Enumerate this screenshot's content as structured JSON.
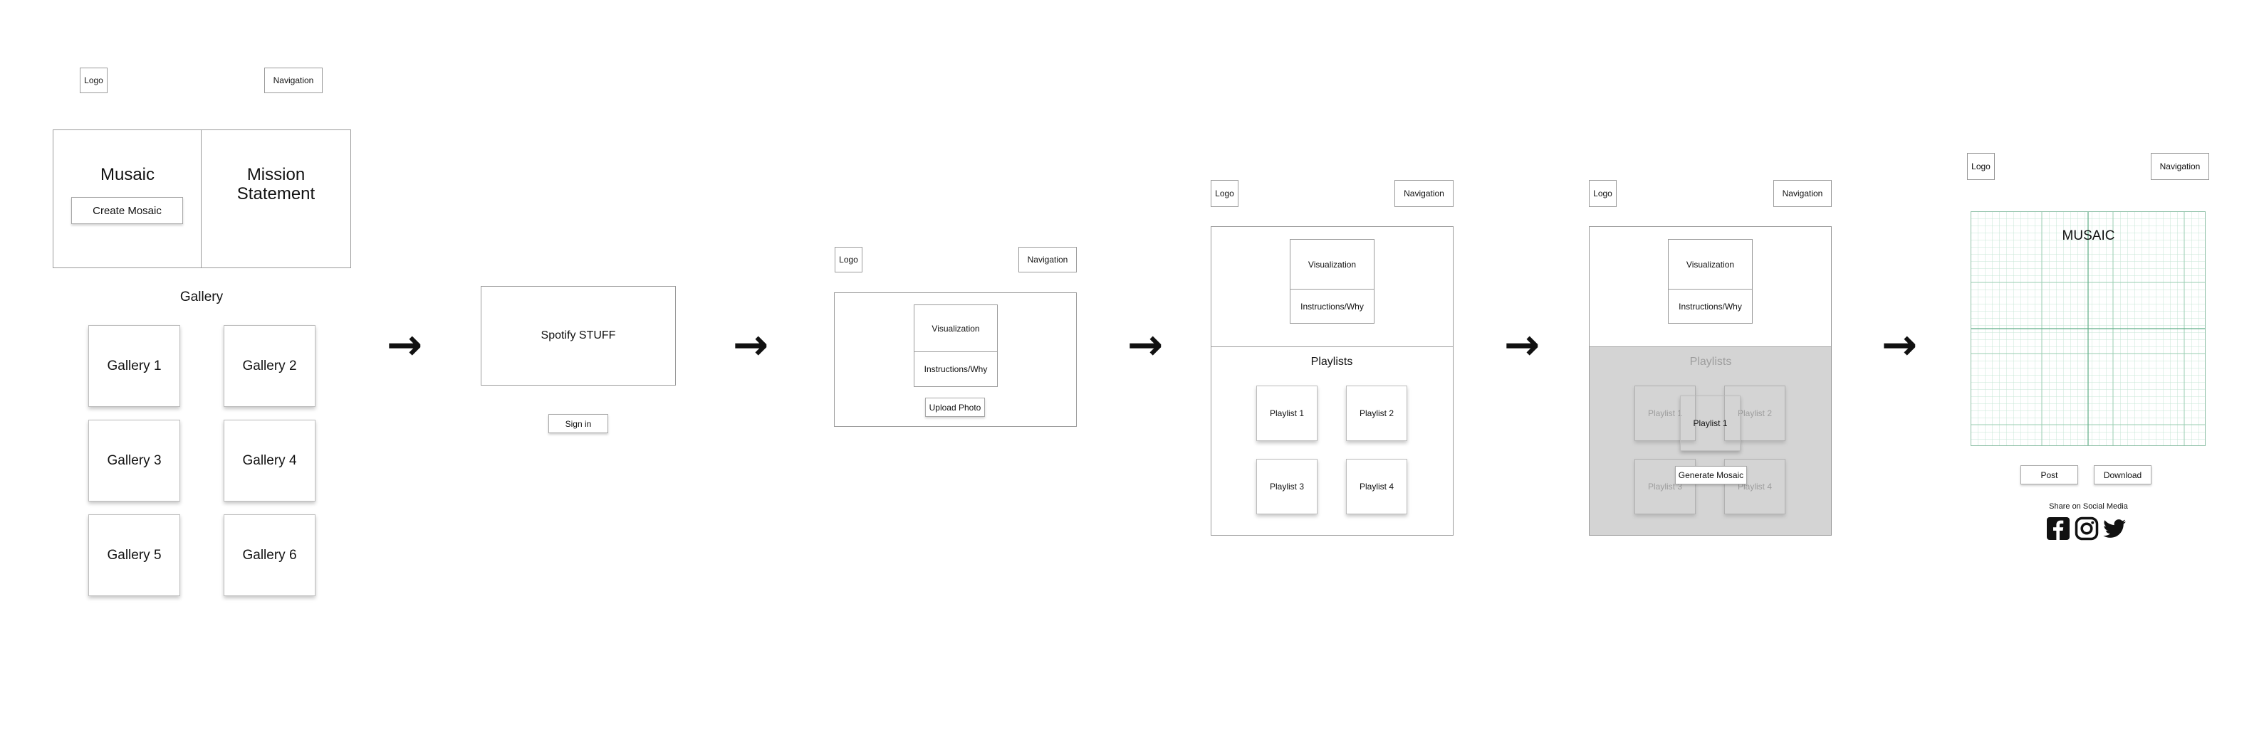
{
  "screen1": {
    "logo": "Logo",
    "navigation": "Navigation",
    "title": "Musaic",
    "create_button": "Create Mosaic",
    "mission": "Mission\nStatement",
    "gallery_heading": "Gallery",
    "gallery_items": [
      "Gallery 1",
      "Gallery 2",
      "Gallery 3",
      "Gallery 4",
      "Gallery 5",
      "Gallery 6"
    ]
  },
  "screen2": {
    "panel": "Spotify STUFF",
    "sign_in": "Sign in"
  },
  "screen3": {
    "logo": "Logo",
    "navigation": "Navigation",
    "visualization": "Visualization",
    "instructions": "Instructions/Why",
    "upload": "Upload Photo"
  },
  "screen4": {
    "logo": "Logo",
    "navigation": "Navigation",
    "visualization": "Visualization",
    "instructions": "Instructions/Why",
    "playlists_heading": "Playlists",
    "playlists": [
      "Playlist 1",
      "Playlist 2",
      "Playlist 3",
      "Playlist 4"
    ]
  },
  "screen5": {
    "logo": "Logo",
    "navigation": "Navigation",
    "visualization": "Visualization",
    "instructions": "Instructions/Why",
    "playlists_heading": "Playlists",
    "playlists": [
      "Playlist 1",
      "Playlist 2",
      "Playlist 3",
      "Playlist 4"
    ],
    "selected": "Playlist 1",
    "generate": "Generate Mosaic"
  },
  "screen6": {
    "logo": "Logo",
    "navigation": "Navigation",
    "mosaic_title": "MUSAIC",
    "post": "Post",
    "download": "Download",
    "share": "Share on Social Media",
    "social": [
      "facebook-icon",
      "instagram-icon",
      "twitter-icon"
    ]
  },
  "arrow": "→",
  "colors": {
    "border": "#9a9a9a",
    "grid": "#a9d9c0",
    "overlay": "#bdbdbd"
  }
}
